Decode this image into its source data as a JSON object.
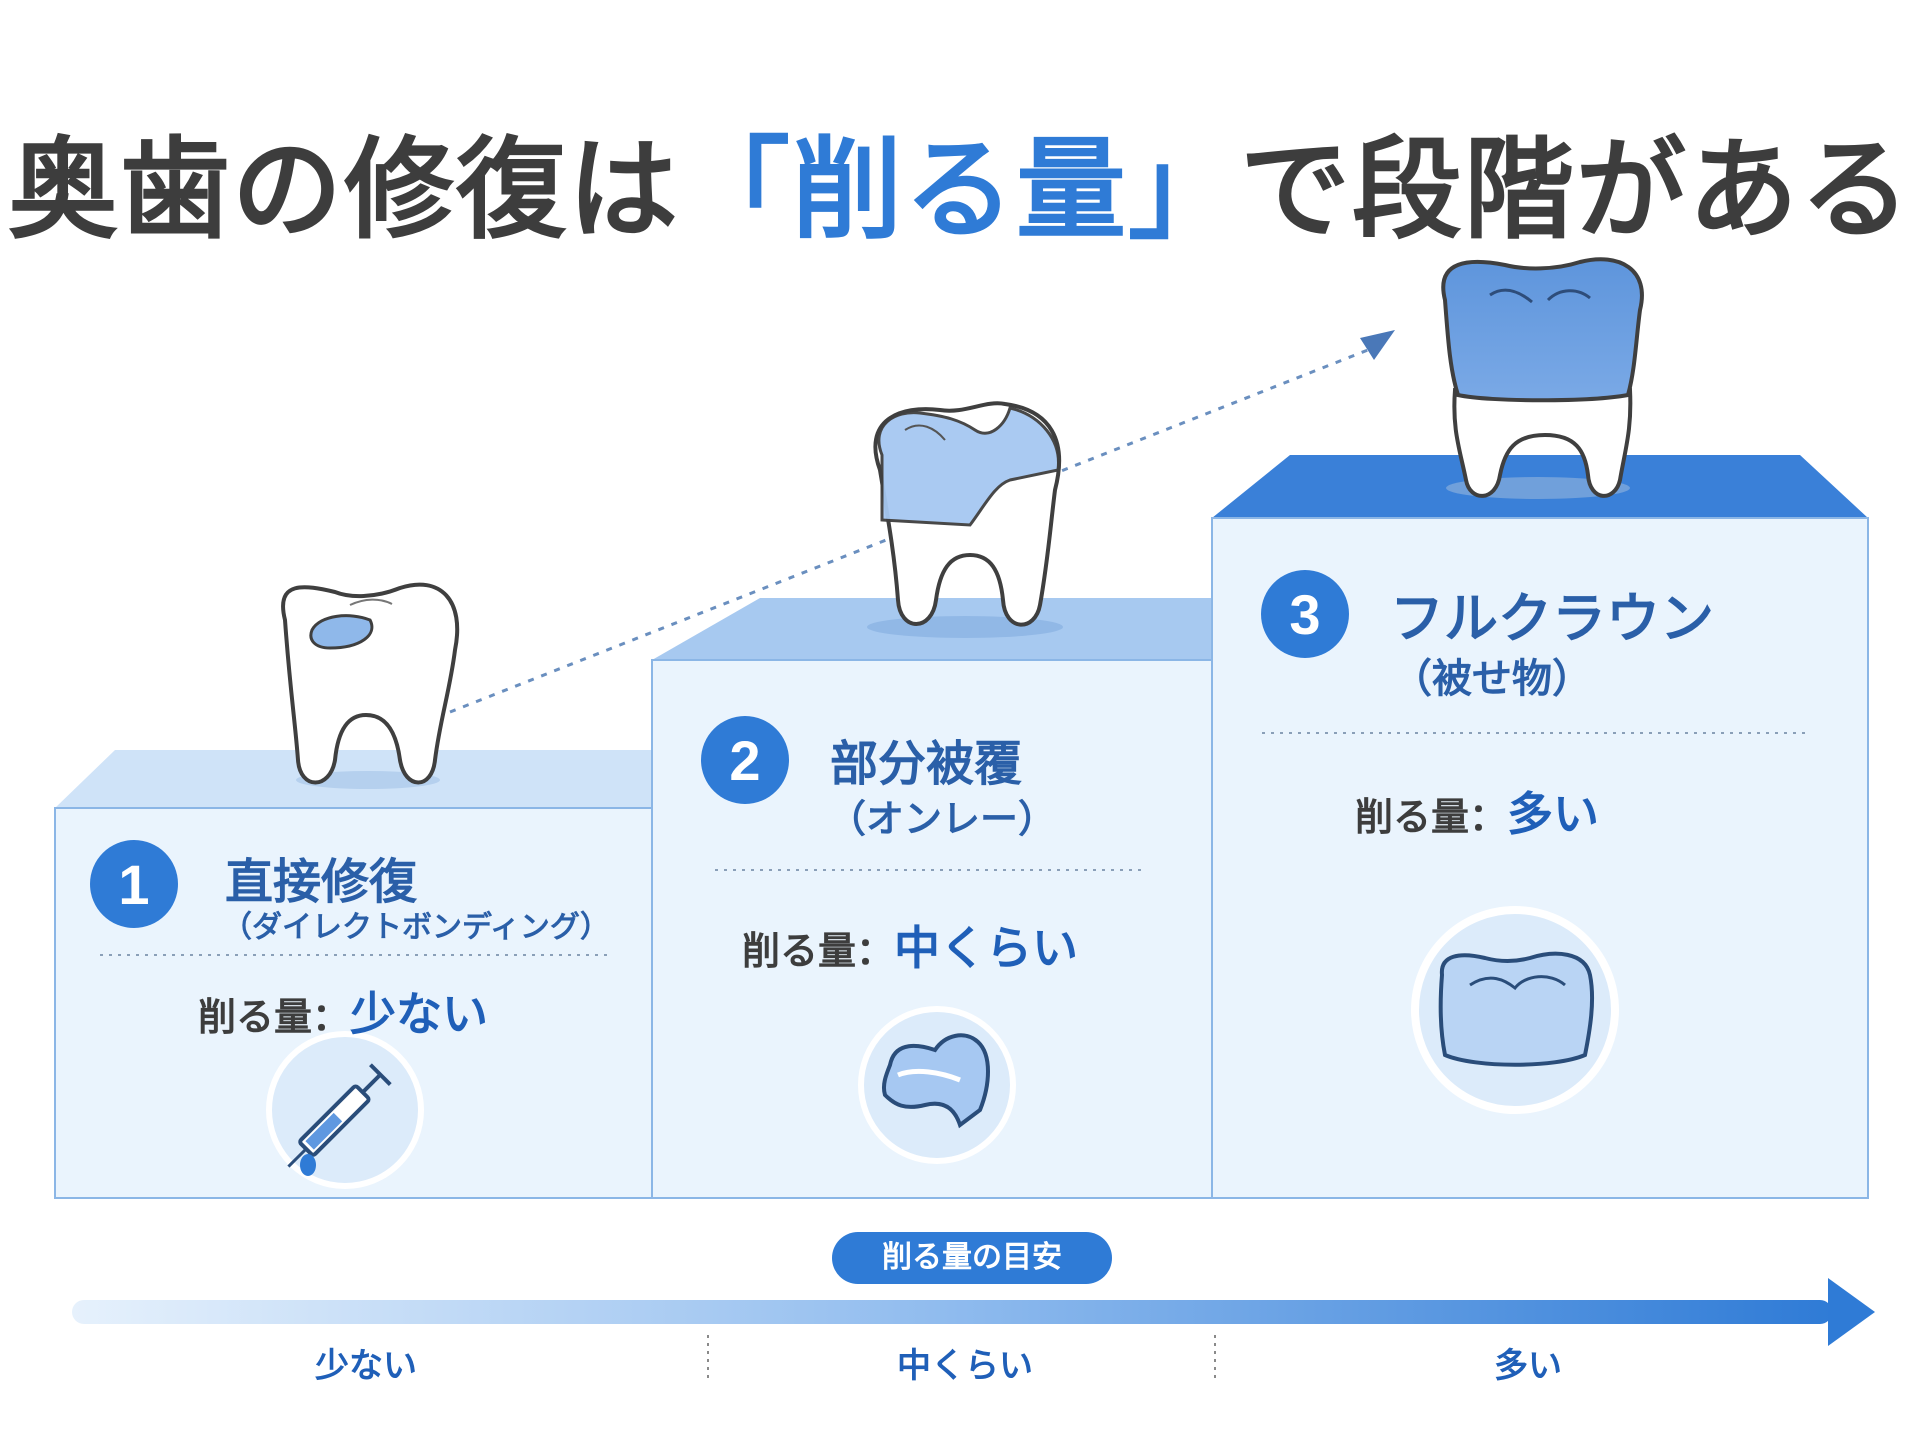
{
  "title": {
    "prefix": "奥歯の修復は",
    "highlight": "「削る量」",
    "suffix": "で段階がある"
  },
  "steps": [
    {
      "number": "1",
      "name": "直接修復",
      "sub": "（ダイレクトボンディング）",
      "amount_label": "削る量：",
      "amount_value": "少ない",
      "icon": "syringe-icon"
    },
    {
      "number": "2",
      "name": "部分被覆",
      "sub": "（オンレー）",
      "amount_label": "削る量：",
      "amount_value": "中くらい",
      "icon": "onlay-icon"
    },
    {
      "number": "3",
      "name": "フルクラウン",
      "sub": "（被せ物）",
      "amount_label": "削る量：",
      "amount_value": "多い",
      "icon": "crown-icon"
    }
  ],
  "scale": {
    "label": "削る量の目安",
    "ticks": [
      "少ない",
      "中くらい",
      "多い"
    ]
  },
  "colors": {
    "accent": "#2f7bd6",
    "dark_blue": "#1f5fb8",
    "box_fill": "#eaf4fd",
    "text": "#3d3d3d"
  }
}
